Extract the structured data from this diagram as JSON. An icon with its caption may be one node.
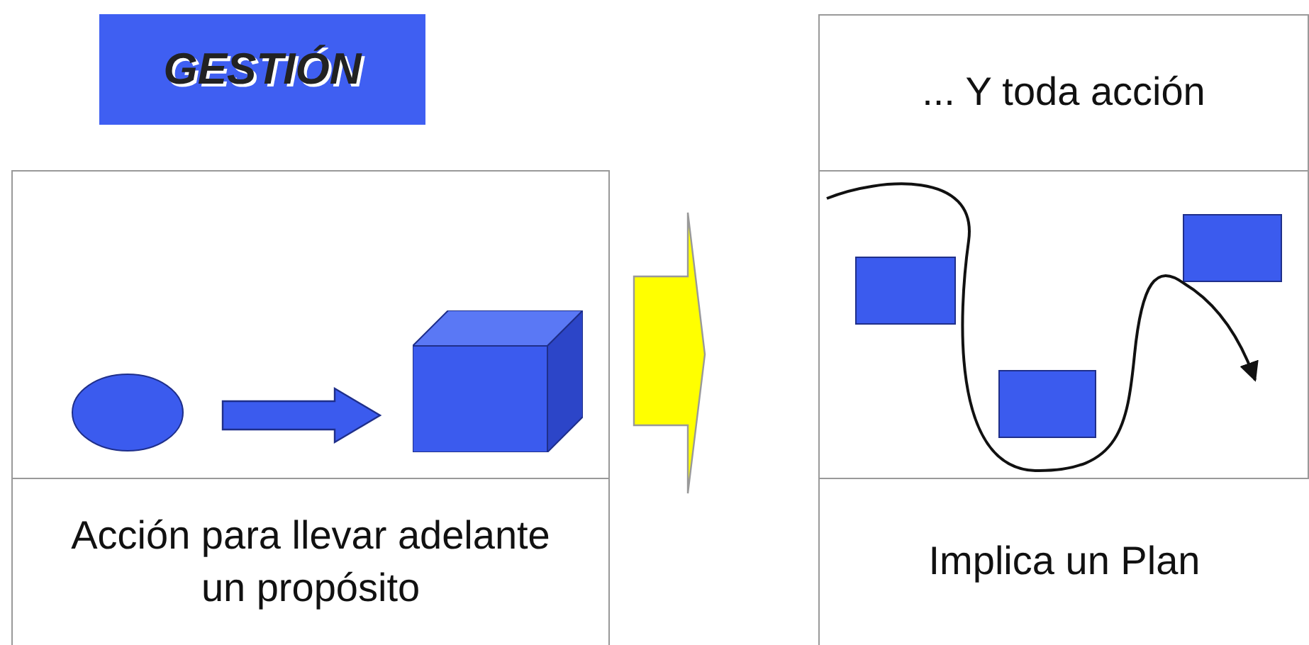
{
  "diagram": {
    "nodes": [
      {
        "text": [
          "GESTIÓN"
        ]
      },
      {
        "text": [],
        "shape": "box"
      },
      {
        "text": [],
        "shape": "circle",
        "in": 1
      },
      {
        "text": [],
        "shape": "box",
        "in": 1
      },
      {
        "text": [
          "Acción para llevar adelante un propósito"
        ]
      },
      {
        "text": [
          "... Y toda acción"
        ]
      },
      {
        "text": [],
        "shape": "box"
      },
      {
        "text": [],
        "shape": "box",
        "in": 6
      },
      {
        "text": [],
        "shape": "box",
        "in": 6
      },
      {
        "text": [],
        "shape": "box",
        "in": 6
      },
      {
        "text": [
          "Implica un Plan"
        ]
      }
    ],
    "edges": [
      {
        "from": 2,
        "to": 3,
        "arrow": "to",
        "style": "thick",
        "color": "#3b5bee"
      },
      {
        "from": 1,
        "to": 6,
        "arrow": "to",
        "style": "thick",
        "color": "#ffff00"
      }
    ]
  }
}
